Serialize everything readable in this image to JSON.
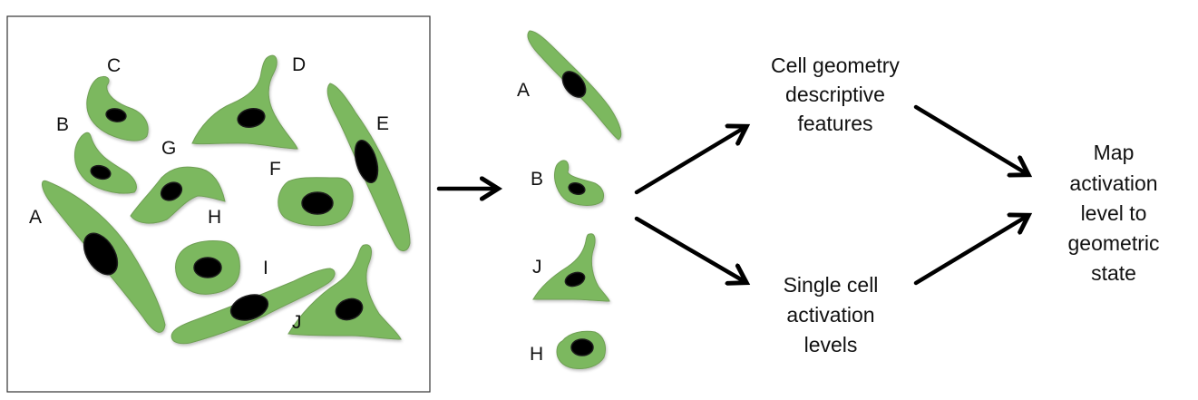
{
  "colors": {
    "cell_fill": "#7cb85f",
    "cell_edge": "#6f9f55",
    "nucleus": "#000000",
    "text": "#111111",
    "arrow": "#000000"
  },
  "population_panel": {
    "labels": {
      "A": "A",
      "B": "B",
      "C": "C",
      "D": "D",
      "E": "E",
      "F": "F",
      "G": "G",
      "H": "H",
      "I": "I",
      "J": "J"
    }
  },
  "selected_cells": {
    "labels": {
      "A": "A",
      "B": "B",
      "J": "J",
      "H": "H"
    }
  },
  "nodes": {
    "features": [
      "Cell geometry",
      "descriptive",
      "features"
    ],
    "activation": [
      "Single cell",
      "activation",
      "levels"
    ],
    "map": [
      "Map",
      "activation",
      "level to",
      "geometric",
      "state"
    ]
  }
}
